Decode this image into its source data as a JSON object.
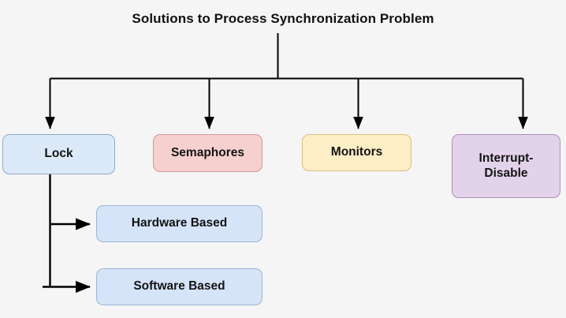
{
  "diagram": {
    "title": "Solutions to Process Synchronization Problem",
    "background_color": "#f5f5f5",
    "connector_color": "#000000",
    "nodes": {
      "lock": {
        "label": "Lock",
        "fill": "#dce9f9",
        "border": "#8fa9c6"
      },
      "semaphores": {
        "label": "Semaphores",
        "fill": "#f6cfcf",
        "border": "#cb9a9a"
      },
      "monitors": {
        "label": "Monitors",
        "fill": "#fdeec6",
        "border": "#d6c184"
      },
      "interrupt_disable": {
        "label": "Interrupt-\nDisable",
        "fill": "#e3d3ea",
        "border": "#ab8fb8"
      },
      "hardware_based": {
        "label": "Hardware Based",
        "fill": "#d5e4f8",
        "border": "#9ab4d2"
      },
      "software_based": {
        "label": "Software Based",
        "fill": "#d5e4f8",
        "border": "#9ab4d2"
      }
    },
    "edges": [
      {
        "from": "title",
        "to": "lock"
      },
      {
        "from": "title",
        "to": "semaphores"
      },
      {
        "from": "title",
        "to": "monitors"
      },
      {
        "from": "title",
        "to": "interrupt_disable"
      },
      {
        "from": "lock",
        "to": "hardware_based"
      },
      {
        "from": "lock",
        "to": "software_based"
      }
    ]
  }
}
